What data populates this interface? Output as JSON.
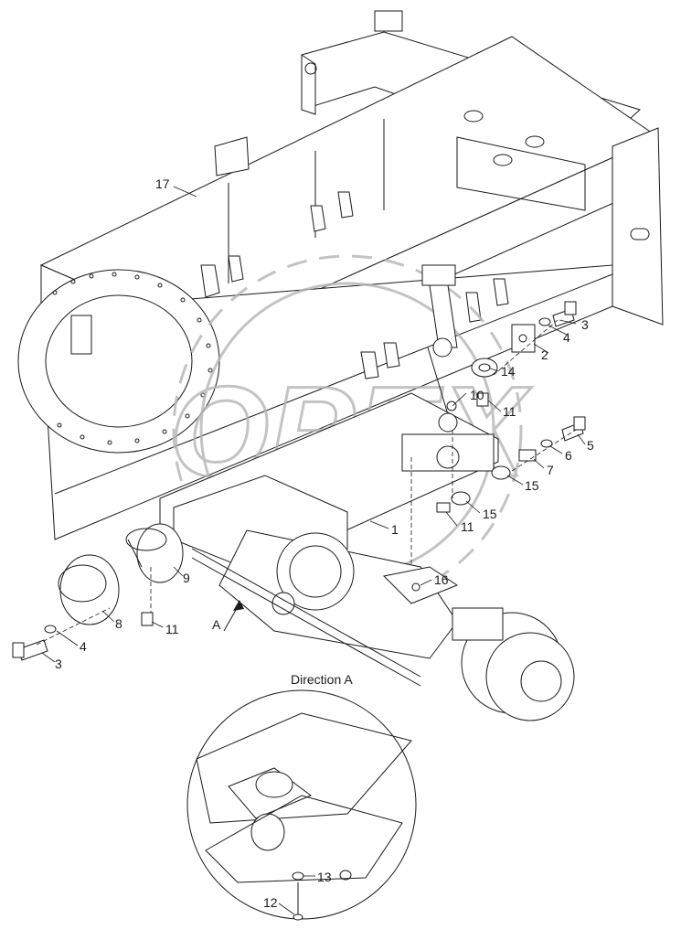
{
  "watermark": "OPEX",
  "view_title": "Direction A",
  "direction_marker": "A",
  "callouts": {
    "c17": "17",
    "c3a": "3",
    "c4a": "4",
    "c2": "2",
    "c14": "14",
    "c10": "10",
    "c11a": "11",
    "c5": "5",
    "c6": "6",
    "c7": "7",
    "c15a": "15",
    "c15b": "15",
    "c11b": "11",
    "c1": "1",
    "c16": "16",
    "c9": "9",
    "c8": "8",
    "c11c": "11",
    "c4b": "4",
    "c3b": "3",
    "c13": "13",
    "c12": "12"
  },
  "colors": {
    "line": "#1a1a1a",
    "watermark": "#b5b5b5",
    "background": "#ffffff"
  }
}
